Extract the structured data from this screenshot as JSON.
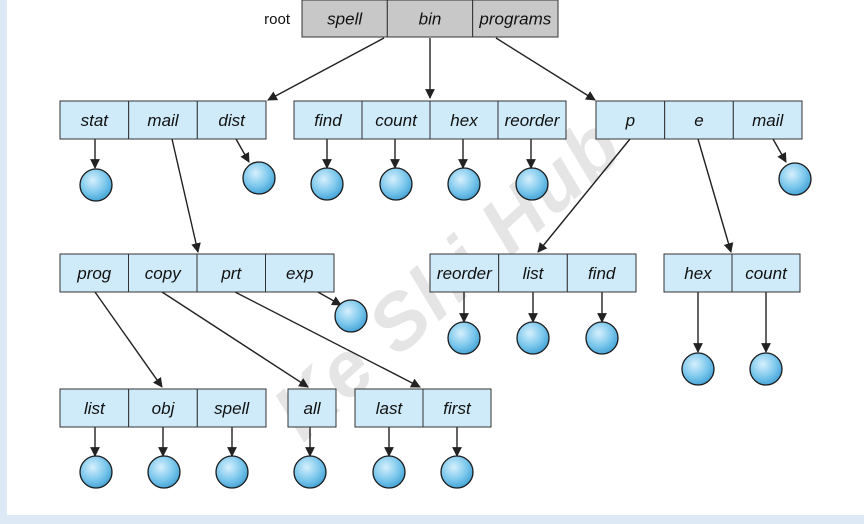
{
  "root": {
    "label": "root",
    "cells": [
      "spell",
      "bin",
      "programs"
    ]
  },
  "level1": [
    {
      "cells": [
        "stat",
        "mail",
        "dist"
      ]
    },
    {
      "cells": [
        "find",
        "count",
        "hex",
        "reorder"
      ]
    },
    {
      "cells": [
        "p",
        "e",
        "mail"
      ]
    }
  ],
  "level2": [
    {
      "cells": [
        "prog",
        "copy",
        "prt",
        "exp"
      ]
    },
    {
      "cells": [
        "reorder",
        "list",
        "find"
      ]
    },
    {
      "cells": [
        "hex",
        "count"
      ]
    }
  ],
  "level3": [
    {
      "cells": [
        "list",
        "obj",
        "spell"
      ]
    },
    {
      "cells": [
        "all"
      ]
    },
    {
      "cells": [
        "last",
        "first"
      ]
    }
  ],
  "watermark": "Ke Shi Hub",
  "colors": {
    "root_fill": "#c8c8c8",
    "dir_fill": "#cfeaf8",
    "border": "#333333",
    "file_fill": "#6cbfe8",
    "line": "#222222"
  }
}
